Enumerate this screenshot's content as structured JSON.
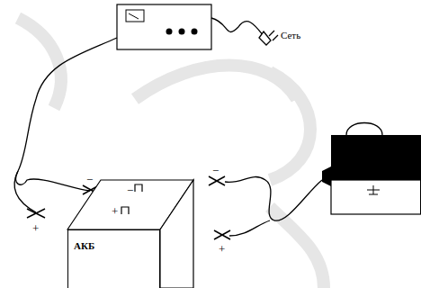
{
  "diagram": {
    "nodes": [
      {
        "text": [
          "АКБ"
        ]
      }
    ],
    "labels": [
      "Сеть",
      "−",
      "+",
      "−",
      "+",
      "−",
      "+"
    ]
  }
}
